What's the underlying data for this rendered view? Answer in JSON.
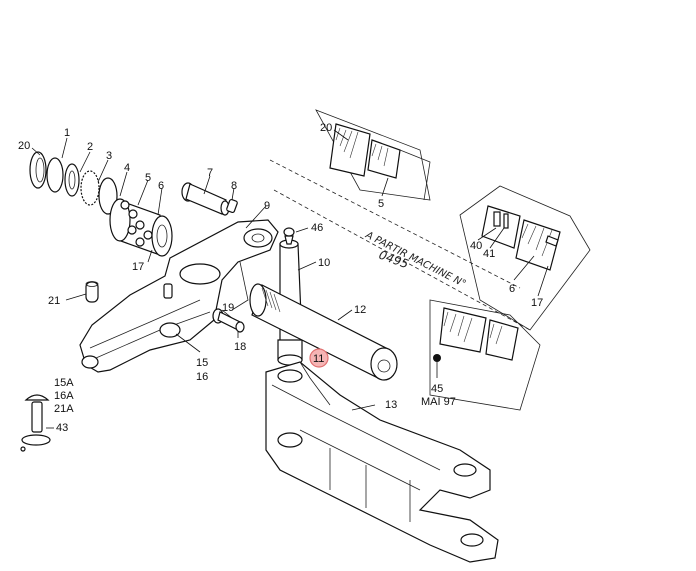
{
  "callouts": {
    "c1": "1",
    "c2": "2",
    "c3": "3",
    "c4": "4",
    "c5": "5",
    "c6": "6",
    "c7": "7",
    "c8": "8",
    "c9": "9",
    "c10": "10",
    "c11": "11",
    "c12": "12",
    "c13": "13",
    "c15": "15",
    "c16": "16",
    "c17": "17",
    "c18": "18",
    "c19": "19",
    "c20": "20",
    "c21": "21",
    "c43": "43",
    "c46": "46",
    "c15a": "15A",
    "c16a": "16A",
    "c21a": "21A"
  },
  "detail_top": {
    "c20": "20",
    "c5": "5"
  },
  "detail_mid": {
    "c40": "40",
    "c41": "41",
    "c6": "6",
    "c17": "17"
  },
  "detail_low": {
    "c45": "45",
    "date": "MAI 97"
  },
  "note": {
    "text": "A PARTIR MACHINE N°",
    "number": "0495"
  },
  "highlight_color": "#e88a8a"
}
